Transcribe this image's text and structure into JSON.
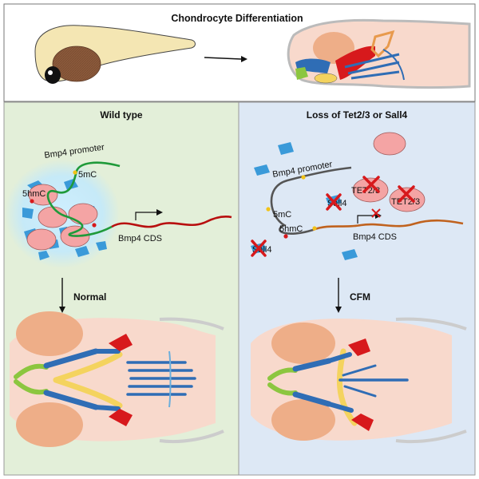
{
  "header": {
    "title": "Chondrocyte Differentiation"
  },
  "left_panel": {
    "title": "Wild type",
    "promoter_label": "Bmp4 promoter",
    "mark_5mc": "5mC",
    "mark_5hmc": "5hmC",
    "cds_label": "Bmp4 CDS",
    "arrow_label": "Normal"
  },
  "right_panel": {
    "title": "Loss of Tet2/3 or Sall4",
    "promoter_label": "Bmp4 promoter",
    "mark_5mc": "5mC",
    "mark_5hmc": "5hmC",
    "cds_label": "Bmp4 CDS",
    "protein_tet_1": "TET2/3",
    "protein_tet_2": "TET2/3",
    "protein_sall_1": "Sall4",
    "protein_sall_2": "Sall4",
    "arrow_label": "CFM"
  },
  "colors": {
    "left_bg": "#e3efd9",
    "right_bg": "#dde8f5",
    "tissue": "#f8d9cc",
    "eye": "#eeae88",
    "cartilage_blue": "#2f6db5",
    "cartilage_yellow": "#f4d35e",
    "cartilage_green": "#8cc63f",
    "cartilage_red": "#d7191c",
    "chromatin_green": "#1f9a3a",
    "gene_red": "#b80f0f",
    "gene_orange": "#c0621e",
    "nucleosome": "#f4a4a4"
  }
}
